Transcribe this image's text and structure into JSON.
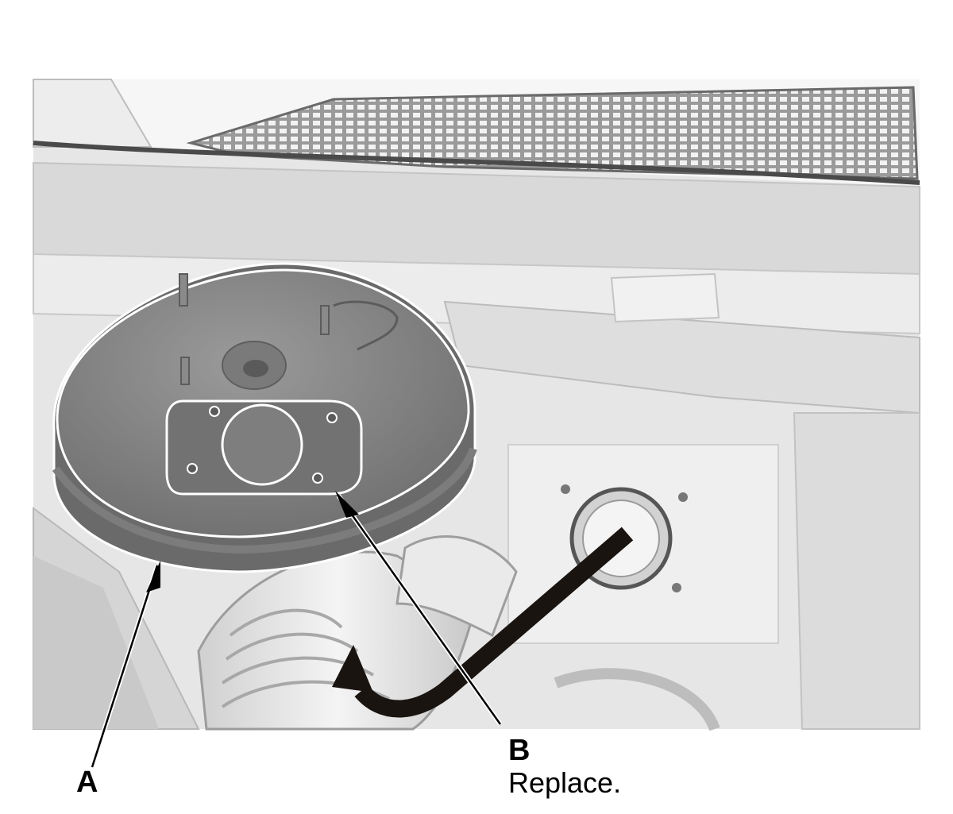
{
  "callouts": {
    "a": {
      "letter": "A"
    },
    "b": {
      "letter": "B",
      "note": "Replace."
    }
  },
  "colors": {
    "background": "#ffffff",
    "engine_bay": "#e4e4e4",
    "booster": "#8c8c8c",
    "booster_dark": "#6e6e6e",
    "outline": "#ffffff",
    "leader_line": "#000000",
    "direction_arrow": "#1a1410"
  },
  "icons": {
    "direction_arrow": "curved-arrow-icon"
  }
}
